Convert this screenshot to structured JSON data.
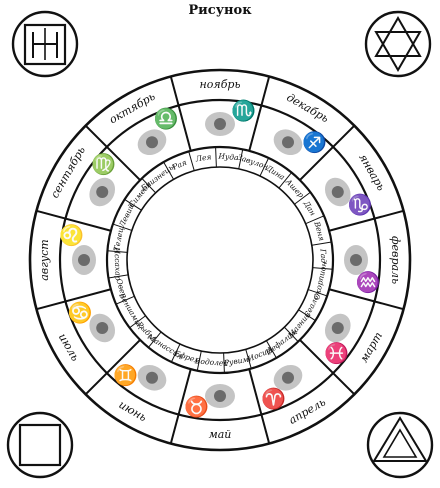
{
  "header": {
    "title": "Рисунок"
  },
  "months": [
    {
      "label": "июль"
    },
    {
      "label": "август"
    },
    {
      "label": "сентябрь"
    },
    {
      "label": "октябрь"
    },
    {
      "label": "ноябрь"
    },
    {
      "label": "декабрь"
    },
    {
      "label": "январь"
    },
    {
      "label": "февраль"
    },
    {
      "label": "март"
    },
    {
      "label": "апрель"
    },
    {
      "label": "май"
    },
    {
      "label": "июнь"
    }
  ],
  "inner_ring": {
    "tribes": [
      "Рая",
      "Лея",
      "Иуда",
      "Завулон",
      "Дина",
      "Ашер",
      "Дан",
      "Веня",
      "Гад",
      "Скорпион",
      "Сеалон",
      "Магнил",
      "Нефалим",
      "Иосиф",
      "Рувим",
      "Водолей",
      "Ефрем",
      "Манассия",
      "Рыбы",
      "Вениамин",
      "Овен",
      "Иссахар",
      "Телец",
      "Левий",
      "Симеон",
      "Близнецы"
    ]
  },
  "corners": {
    "top_left": {
      "name": "square-h-seal-icon"
    },
    "top_right": {
      "name": "hexagram-seal-icon"
    },
    "bottom_left": {
      "name": "square-in-circle-seal-icon"
    },
    "bottom_right": {
      "name": "triangle-in-circle-seal-icon"
    }
  }
}
